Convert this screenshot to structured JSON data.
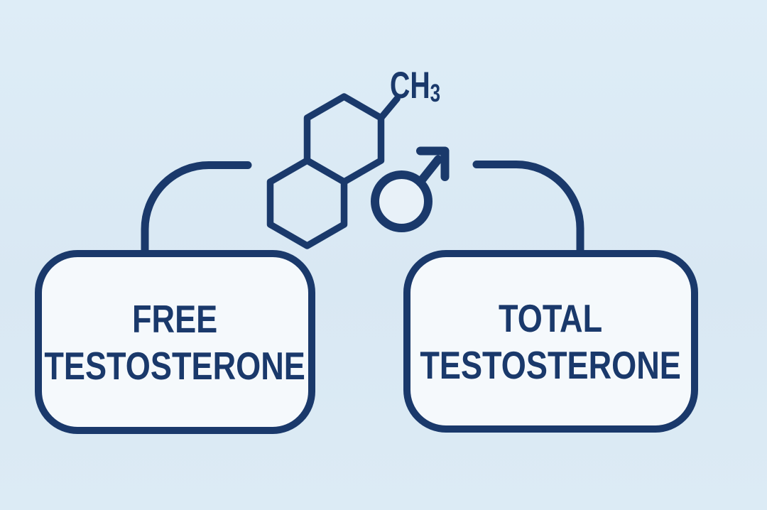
{
  "diagram": {
    "title": "testosterone-types-diagram",
    "colors": {
      "background": "#dbe9f4",
      "ink": "#1a396b",
      "node_fill": "#f5f9fc"
    },
    "molecule": {
      "icon": "steroid-fused-hexagon-rings-icon",
      "methyl_text": "CH",
      "methyl_subscript": "3"
    },
    "gender_icon": "male-symbol-icon",
    "nodes": [
      {
        "id": "free",
        "line1": "FREE",
        "line2": "TESTOSTERONE"
      },
      {
        "id": "total",
        "line1": "TOTAL",
        "line2": "TESTOSTERONE"
      }
    ]
  }
}
